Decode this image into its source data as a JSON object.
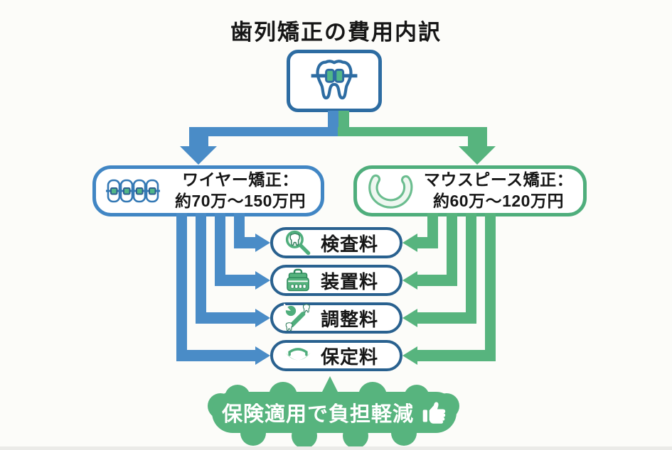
{
  "title": "歯列矯正の費用内訳",
  "colors": {
    "blue_arrow": "#4a8cc7",
    "blue_border_dark": "#2d6ca2",
    "fee_box_border": "#29618f",
    "green_arrow": "#57b47e",
    "green_border": "#4fae7c",
    "footer_green": "#57b47e",
    "text": "#161616",
    "background": "#fcfcf9"
  },
  "root": {
    "icon": "tooth-with-braces-icon"
  },
  "branches": [
    {
      "id": "wire",
      "icon": "braces-teeth-icon",
      "color": "blue",
      "label_line1": "ワイヤー矯正：",
      "label_line2": "約70万～150万円"
    },
    {
      "id": "mouthpiece",
      "icon": "aligner-icon",
      "color": "green",
      "label_line1": "マウスピース矯正：",
      "label_line2": "約60万～120万円"
    }
  ],
  "fees": [
    {
      "label": "検査料",
      "icon": "magnifier-tooth-icon"
    },
    {
      "label": "装置料",
      "icon": "toolbox-icon"
    },
    {
      "label": "調整料",
      "icon": "wrench-tooth-icon"
    },
    {
      "label": "保定料",
      "icon": "retainer-icon"
    }
  ],
  "footer": {
    "label": "保険適用で負担軽減",
    "icon": "thumbs-up-icon"
  }
}
